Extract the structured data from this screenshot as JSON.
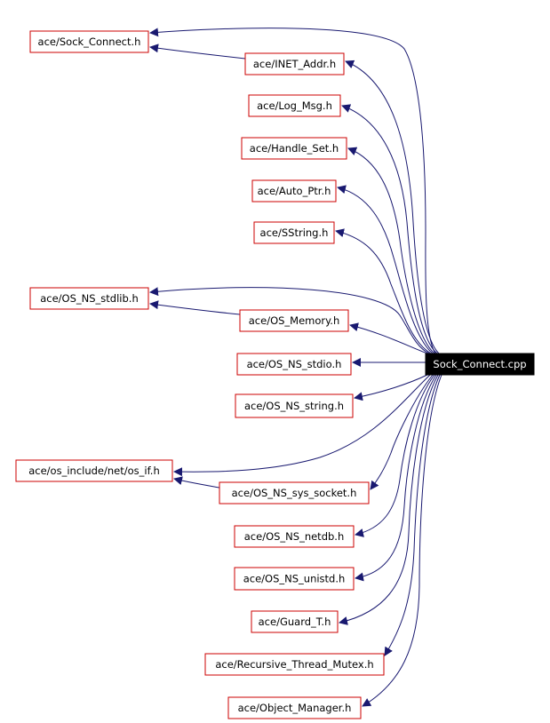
{
  "root": {
    "id": "sock_connect_cpp",
    "label": "Sock_Connect.cpp"
  },
  "nodes": [
    {
      "id": "sock_connect_h",
      "label": "ace/Sock_Connect.h"
    },
    {
      "id": "inet_addr_h",
      "label": "ace/INET_Addr.h"
    },
    {
      "id": "log_msg_h",
      "label": "ace/Log_Msg.h"
    },
    {
      "id": "handle_set_h",
      "label": "ace/Handle_Set.h"
    },
    {
      "id": "auto_ptr_h",
      "label": "ace/Auto_Ptr.h"
    },
    {
      "id": "sstring_h",
      "label": "ace/SString.h"
    },
    {
      "id": "os_ns_stdlib_h",
      "label": "ace/OS_NS_stdlib.h"
    },
    {
      "id": "os_memory_h",
      "label": "ace/OS_Memory.h"
    },
    {
      "id": "os_ns_stdio_h",
      "label": "ace/OS_NS_stdio.h"
    },
    {
      "id": "os_ns_string_h",
      "label": "ace/OS_NS_string.h"
    },
    {
      "id": "os_if_h",
      "label": "ace/os_include/net/os_if.h"
    },
    {
      "id": "os_ns_sys_socket_h",
      "label": "ace/OS_NS_sys_socket.h"
    },
    {
      "id": "os_ns_netdb_h",
      "label": "ace/OS_NS_netdb.h"
    },
    {
      "id": "os_ns_unistd_h",
      "label": "ace/OS_NS_unistd.h"
    },
    {
      "id": "guard_t_h",
      "label": "ace/Guard_T.h"
    },
    {
      "id": "recursive_thread_mutex_h",
      "label": "ace/Recursive_Thread_Mutex.h"
    },
    {
      "id": "object_manager_h",
      "label": "ace/Object_Manager.h"
    }
  ],
  "edges": [
    {
      "from": "sock_connect_cpp",
      "to": "sock_connect_h"
    },
    {
      "from": "inet_addr_h",
      "to": "sock_connect_h"
    },
    {
      "from": "sock_connect_cpp",
      "to": "inet_addr_h"
    },
    {
      "from": "sock_connect_cpp",
      "to": "log_msg_h"
    },
    {
      "from": "sock_connect_cpp",
      "to": "handle_set_h"
    },
    {
      "from": "sock_connect_cpp",
      "to": "auto_ptr_h"
    },
    {
      "from": "sock_connect_cpp",
      "to": "sstring_h"
    },
    {
      "from": "sock_connect_cpp",
      "to": "os_ns_stdlib_h"
    },
    {
      "from": "os_memory_h",
      "to": "os_ns_stdlib_h"
    },
    {
      "from": "sock_connect_cpp",
      "to": "os_memory_h"
    },
    {
      "from": "sock_connect_cpp",
      "to": "os_ns_stdio_h"
    },
    {
      "from": "sock_connect_cpp",
      "to": "os_ns_string_h"
    },
    {
      "from": "sock_connect_cpp",
      "to": "os_if_h"
    },
    {
      "from": "os_ns_sys_socket_h",
      "to": "os_if_h"
    },
    {
      "from": "sock_connect_cpp",
      "to": "os_ns_sys_socket_h"
    },
    {
      "from": "sock_connect_cpp",
      "to": "os_ns_netdb_h"
    },
    {
      "from": "sock_connect_cpp",
      "to": "os_ns_unistd_h"
    },
    {
      "from": "sock_connect_cpp",
      "to": "guard_t_h"
    },
    {
      "from": "sock_connect_cpp",
      "to": "recursive_thread_mutex_h"
    },
    {
      "from": "sock_connect_cpp",
      "to": "object_manager_h"
    }
  ],
  "colors": {
    "edge": "#191970",
    "node_border": "#cc0000",
    "root_fill": "#000000",
    "root_text": "#ffffff"
  }
}
